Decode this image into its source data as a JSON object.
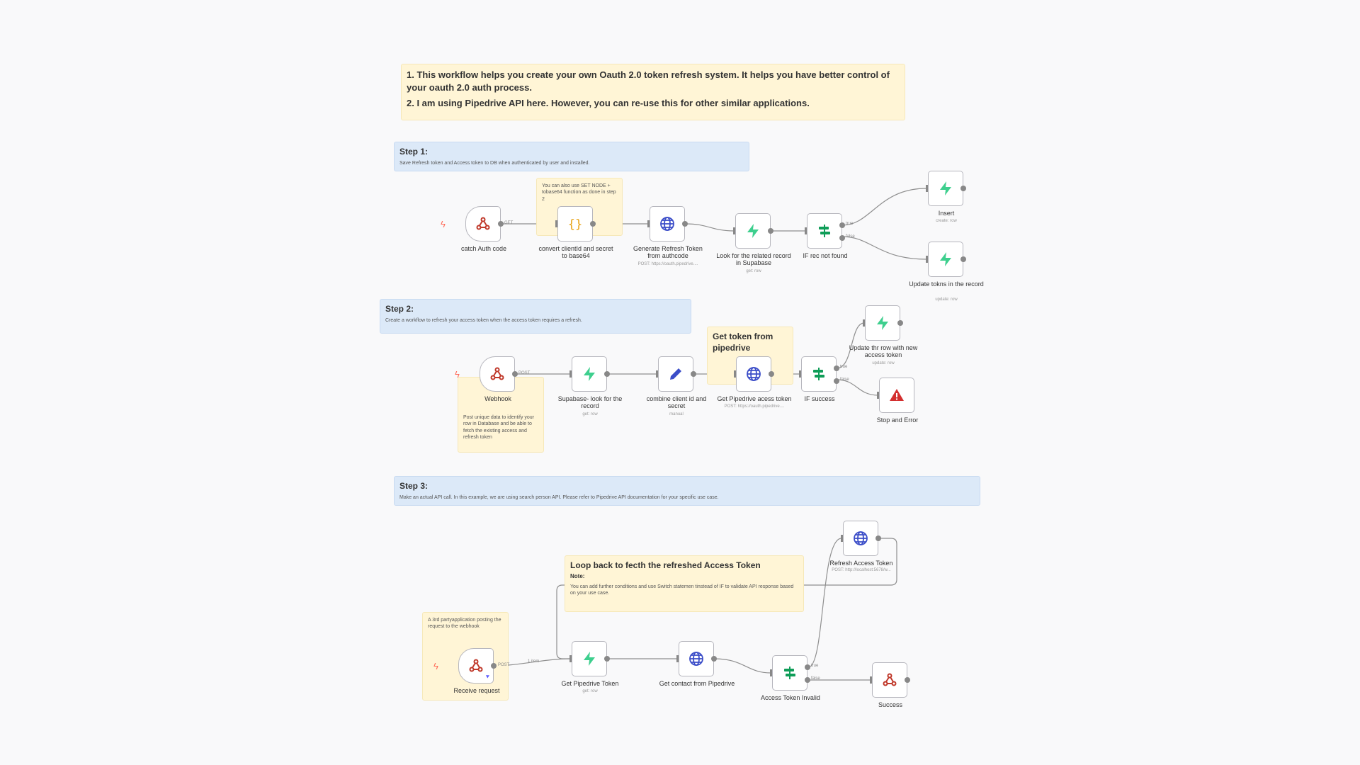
{
  "notes": {
    "intro_line1": "1. This workflow helps you create your own Oauth 2.0 token refresh system. It helps you have better control of your oauth 2.0 auth process.",
    "intro_line2": "2. I am using Pipedrive API here. However, you can re-use this for other similar applications.",
    "step1_title": "Step 1:",
    "step1_desc": "Save Refresh token and Access token to DB when authenticated by user and installed.",
    "set_node_tip": "You can also use SET NODE + tobase64 function as done in step 2",
    "step2_title": "Step 2:",
    "step2_desc": "Create a workflow to refresh your access token when the access token requires a refresh.",
    "get_token_title": "Get token from pipedrive",
    "post_unique": "Post unique data to identify your row in Database and be able to fetch the existing access and refresh token",
    "step3_title": "Step 3:",
    "step3_desc": "Make an actual API call. In this example, we are using search person API. Please refer to Pipedrive API documentation for your specific use case.",
    "loop_title": "Loop back to fecth the refreshed Access Token",
    "loop_note_label": "Note:",
    "loop_note_text": "You can add further conditions and use Switch statemen tinstead of IF to validate API response based on your use case.",
    "third_party": "A 3rd partyapplication posting the request to the webhook"
  },
  "nodes": {
    "catch_auth": {
      "label": "catch Auth code",
      "icon": "webhook-icon"
    },
    "convert_client": {
      "label": "convert clientId and secret to base64",
      "icon": "code-braces-icon"
    },
    "gen_refresh": {
      "label": "Generate Refresh Token from authcode",
      "sub": "POST: https://oauth.pipedrive....",
      "icon": "globe-icon"
    },
    "look_related": {
      "label": "Look for the related record in Supabase",
      "sub": "get: row",
      "icon": "supabase-icon"
    },
    "if_not_found": {
      "label": "IF rec not found",
      "icon": "if-icon"
    },
    "insert": {
      "label": "Insert",
      "sub": "create: row",
      "icon": "supabase-icon"
    },
    "update_tokens": {
      "label": "Update tokns in the record",
      "sub": "update: row",
      "icon": "supabase-icon"
    },
    "webhook2": {
      "label": "Webhook",
      "icon": "webhook-icon"
    },
    "supabase_look": {
      "label": "Supabase- look for the record",
      "sub": "get: row",
      "icon": "supabase-icon"
    },
    "combine": {
      "label": "combine client id and secret",
      "sub": "manual",
      "icon": "pencil-icon"
    },
    "get_pd_token": {
      "label": "Get Pipedrive acess token",
      "sub": "POST: https://oauth.pipedrive....",
      "icon": "globe-icon"
    },
    "if_success": {
      "label": "IF success",
      "icon": "if-icon"
    },
    "update_row": {
      "label": "Update thr row with new access token",
      "sub": "update: row",
      "icon": "supabase-icon"
    },
    "stop_error": {
      "label": "Stop and Error",
      "icon": "warning-icon"
    },
    "refresh_access": {
      "label": "Refresh Access Token",
      "sub": "POST: http://localhost:5678/w...",
      "icon": "globe-icon"
    },
    "receive": {
      "label": "Receive request",
      "icon": "webhook-icon"
    },
    "get_pipedrive_token": {
      "label": "Get Pipedrive Token",
      "sub": "get: row",
      "icon": "supabase-icon"
    },
    "get_contact": {
      "label": "Get contact from Pipedrive",
      "icon": "globe-icon"
    },
    "access_invalid": {
      "label": "Access Token Invalid",
      "icon": "if-icon"
    },
    "success": {
      "label": "Success",
      "icon": "webhook-icon"
    }
  },
  "edge_labels": {
    "get": "GET",
    "post": "POST",
    "true": "true",
    "false": "false",
    "one_item": "1 item"
  },
  "colors": {
    "canvas": "#f9f9fa",
    "sticky_yellow": "#fff5d6",
    "sticky_blue": "#dce9f8",
    "edge": "#888888",
    "trigger_bolt": "#ff6d5a",
    "supabase_green": "#3ecf8e",
    "if_green": "#0f9d58",
    "http_blue": "#3b4dc8",
    "error_red": "#d32f2f"
  }
}
